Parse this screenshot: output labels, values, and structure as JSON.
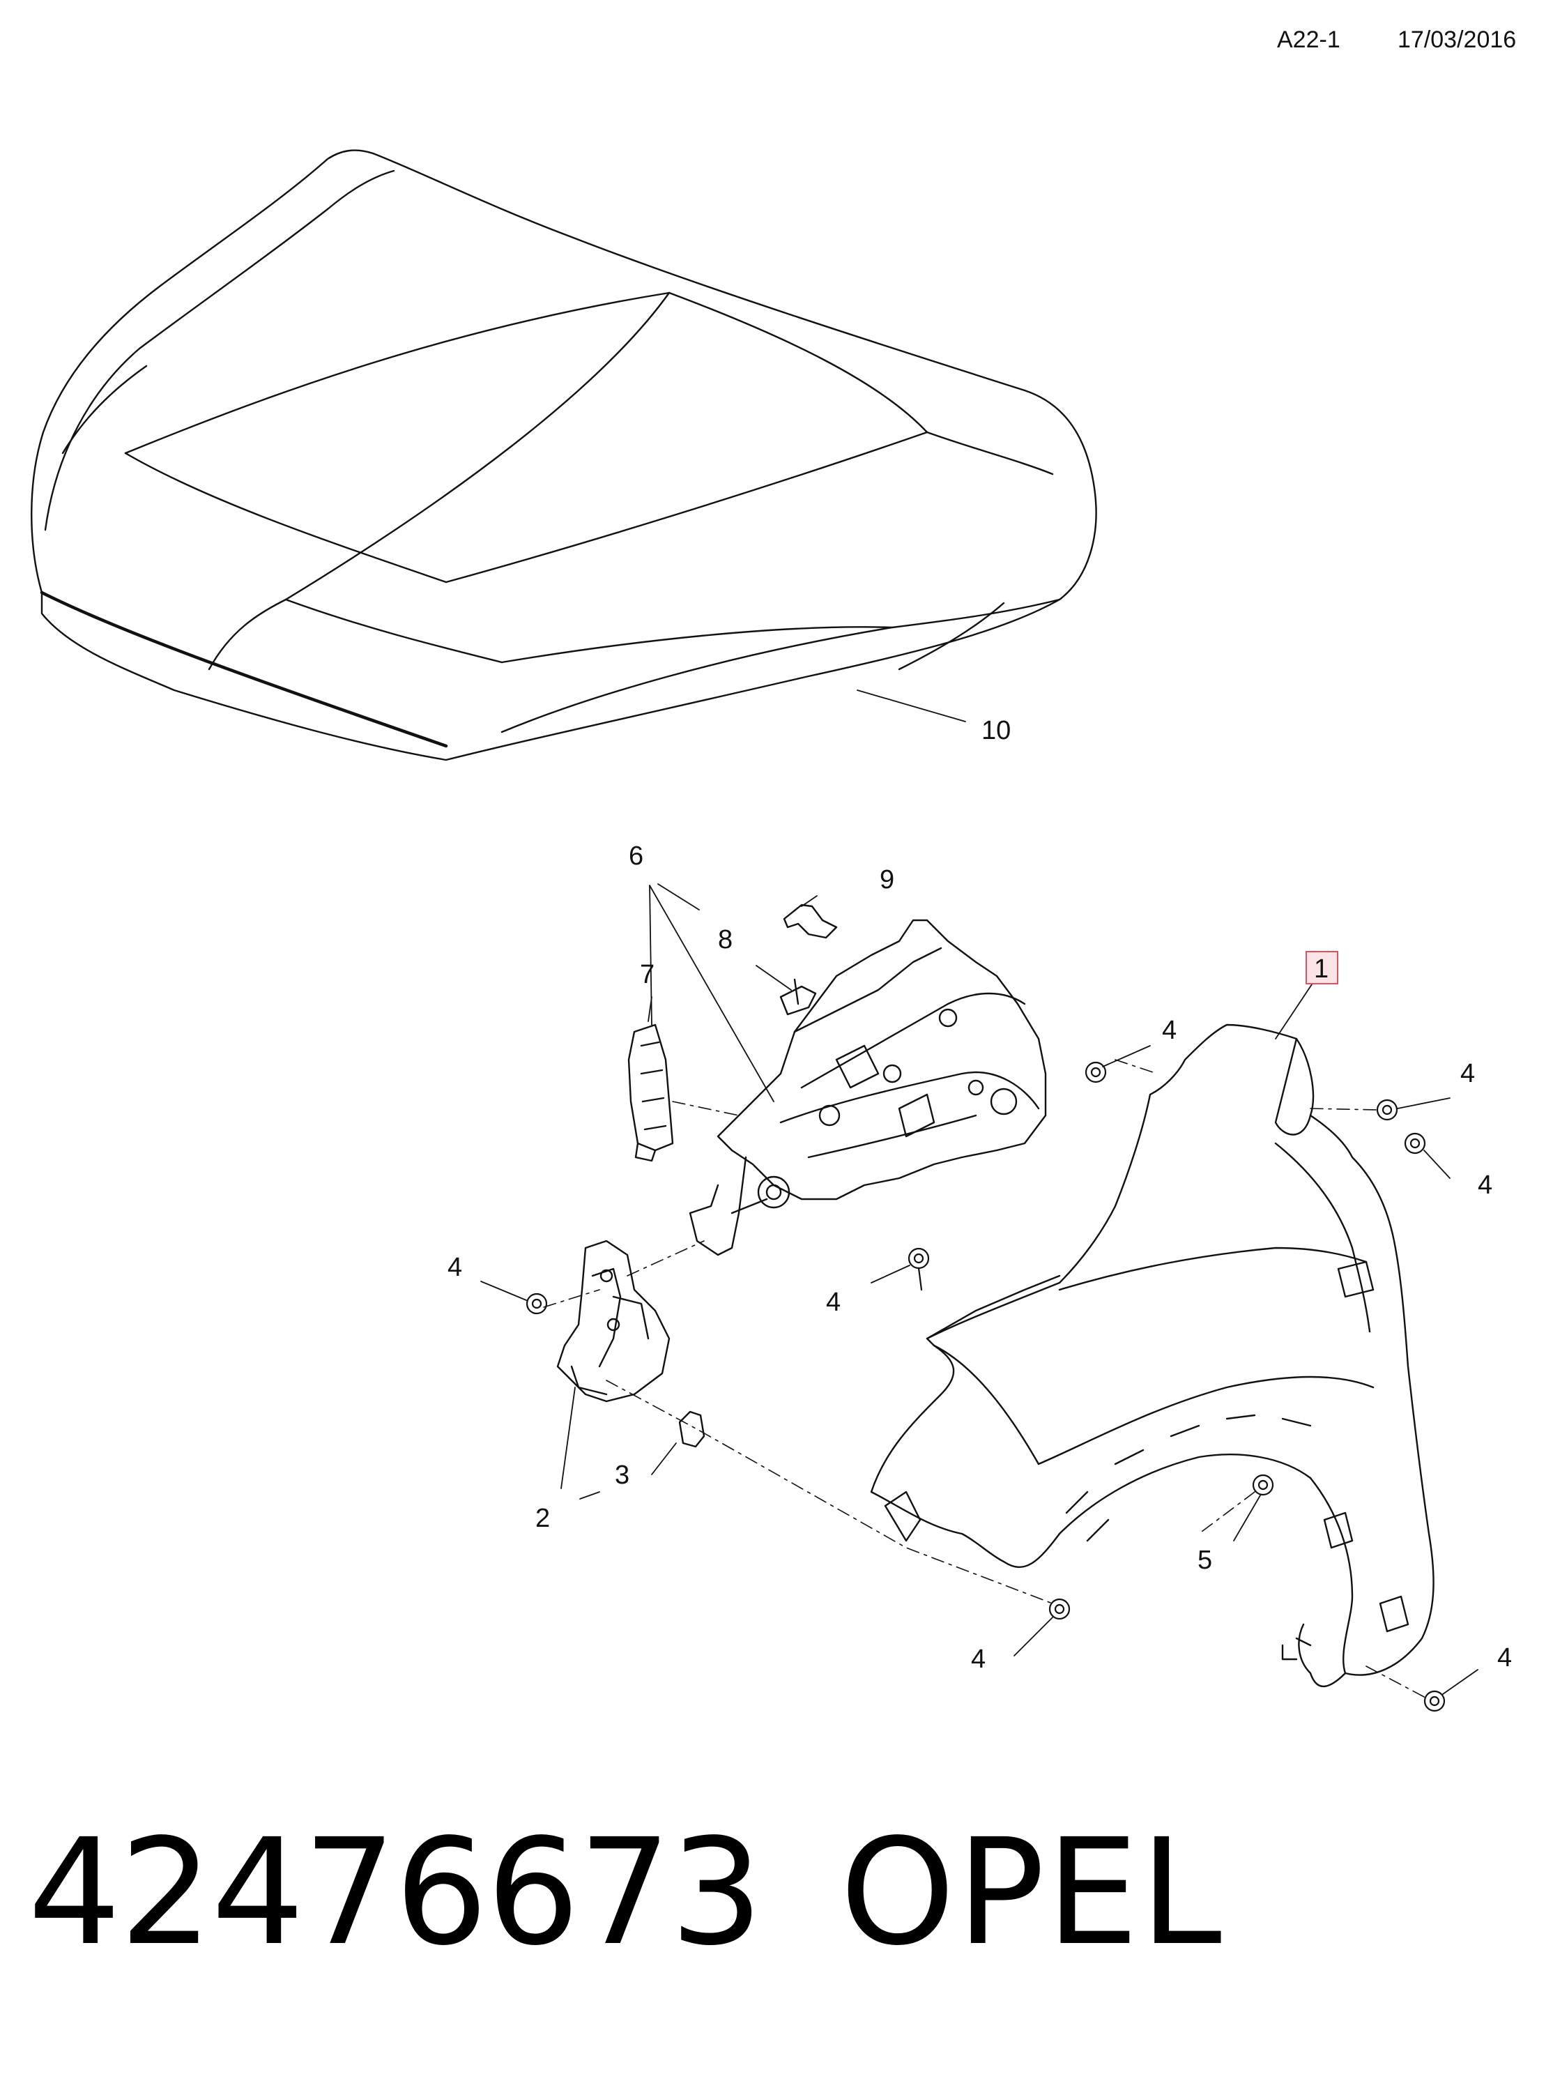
{
  "header": {
    "sheet_id": "A22-1",
    "date": "17/03/2016"
  },
  "callouts": {
    "c1": "1",
    "c2": "2",
    "c3": "3",
    "c4a": "4",
    "c4b": "4",
    "c4c": "4",
    "c4d": "4",
    "c4e": "4",
    "c4f": "4",
    "c4g": "4",
    "c5": "5",
    "c6": "6",
    "c7": "7",
    "c8": "8",
    "c9": "9",
    "c10": "10"
  },
  "highlight_color": "#e05060",
  "highlight_fill": "#fbe4e6",
  "footer": {
    "part_number": "42476673",
    "brand": "OPEL"
  }
}
